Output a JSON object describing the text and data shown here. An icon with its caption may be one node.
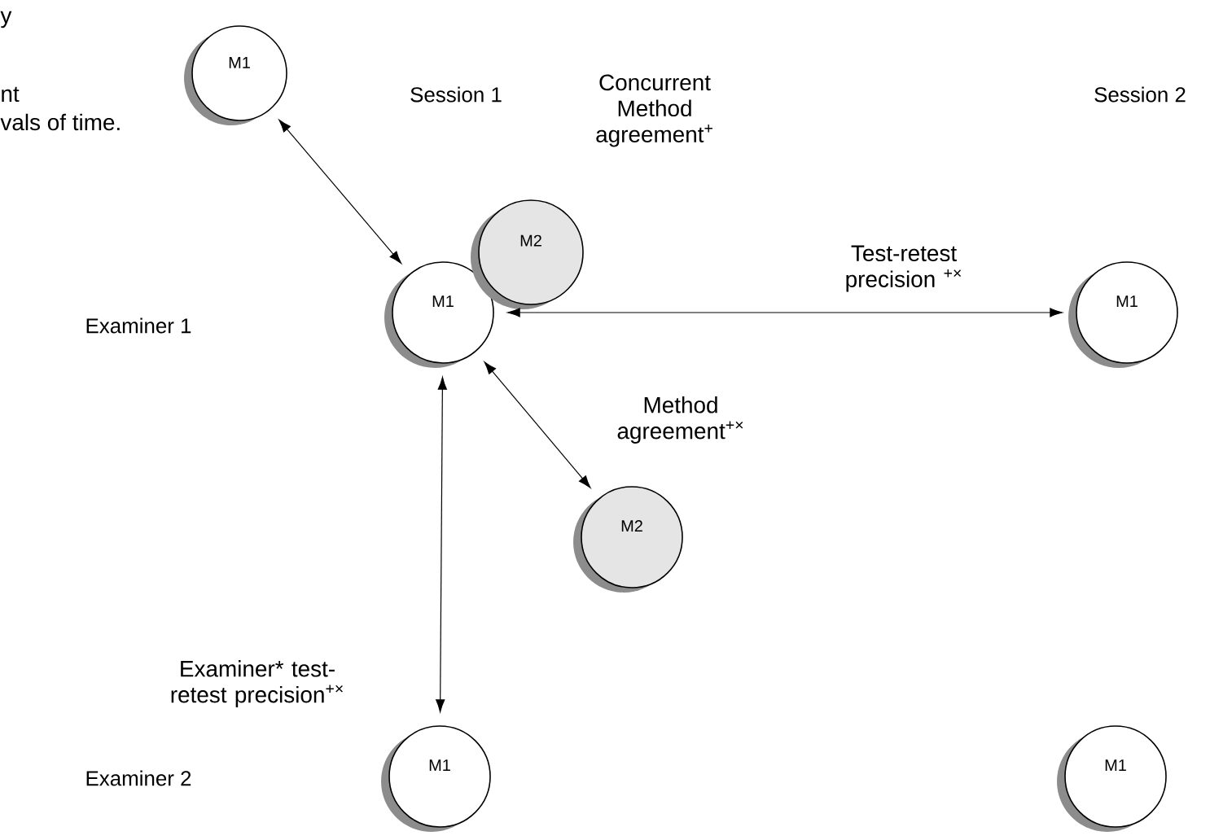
{
  "diagram": {
    "nodes": [
      {
        "text": [
          "M1"
        ]
      },
      {
        "text": [
          "M1"
        ]
      },
      {
        "text": [
          "M2"
        ]
      },
      {
        "text": [
          "M1"
        ]
      },
      {
        "text": [
          "M2"
        ]
      },
      {
        "text": [
          "M1"
        ]
      },
      {
        "text": [
          "M1"
        ]
      }
    ],
    "edges": [
      {
        "from": 0,
        "to": 1,
        "arrow": "both"
      },
      {
        "from": 1,
        "to": 3,
        "arrow": "both",
        "label": "Test-retest precision $^{+×}$"
      },
      {
        "from": 1,
        "to": 4,
        "arrow": "both",
        "label": "Method agreement$^{+×}$"
      },
      {
        "from": 1,
        "to": 5,
        "arrow": "both",
        "label": "Examiner* test-retest precision$^{+×}$"
      }
    ],
    "labels": [
      "y",
      "nt",
      "vals of time.",
      "Session 1",
      "Concurrent Method agreement$^{+}$",
      "Session 2",
      "Examiner 1",
      "Examiner 2"
    ]
  }
}
